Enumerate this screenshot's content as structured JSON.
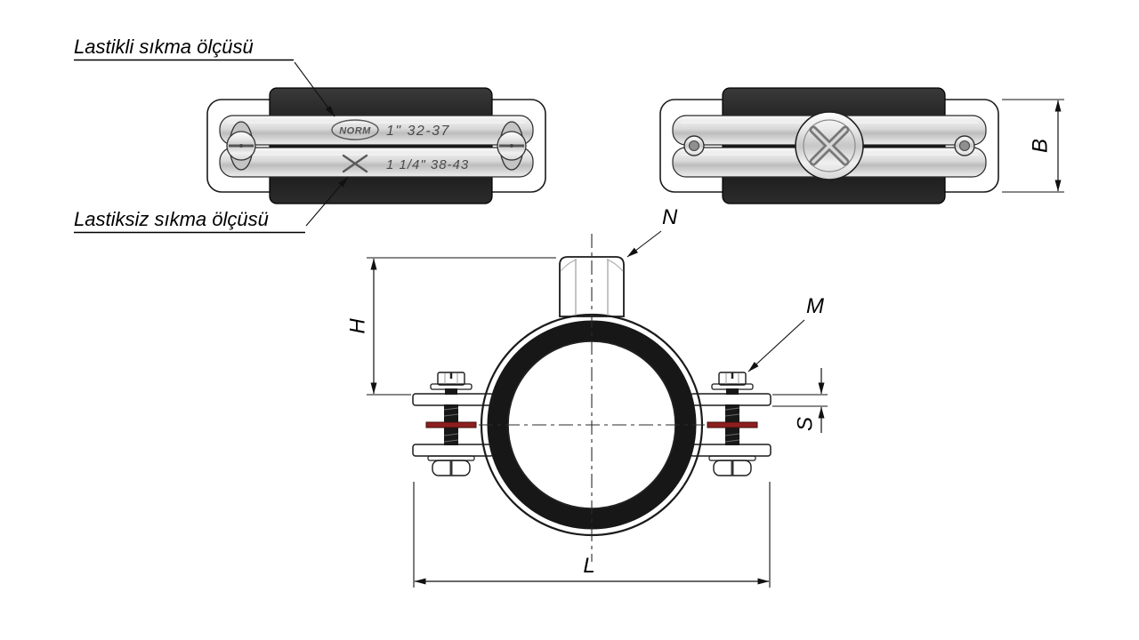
{
  "callouts": {
    "with_rubber": "Lastikli sıkma ölçüsü",
    "without_rubber": "Lastiksiz sıkma ölçüsü"
  },
  "stamps": {
    "brand": "NORM",
    "size_with_rubber": "1\" 32-37",
    "size_without_rubber": "1 1/4\" 38-43"
  },
  "dims": {
    "b": "B",
    "h": "H",
    "l": "L",
    "s": "S",
    "n": "N",
    "m": "M"
  },
  "colors": {
    "background": "#ffffff",
    "line": "#1a1a1a",
    "rubber": "#171717",
    "red_washer": "#8e1f1f"
  }
}
